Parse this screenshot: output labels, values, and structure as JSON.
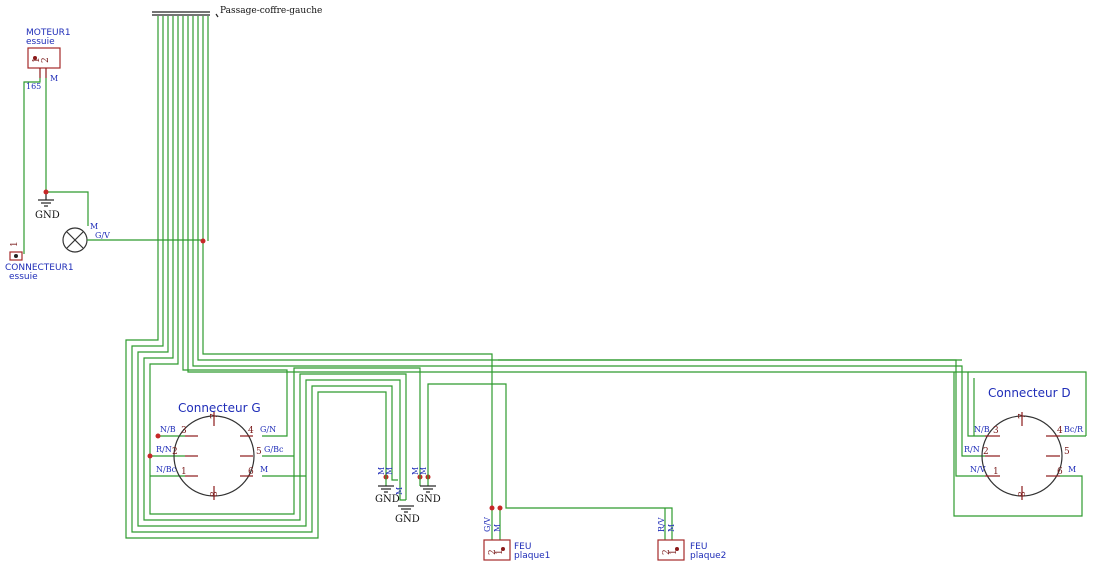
{
  "bus": {
    "label": "Passage-coffre-gauche"
  },
  "moteur": {
    "ref": "MOTEUR1",
    "value": "essuie",
    "pins": [
      "1",
      "2"
    ],
    "net_left": "165",
    "net_right": "M"
  },
  "connecteur1": {
    "ref": "CONNECTEUR1",
    "value": "essuie",
    "pin": "1"
  },
  "lamp": {
    "net_top": "M",
    "net_right": "G/V"
  },
  "gnd_label": "GND",
  "connecteur_g": {
    "title": "Connecteur G",
    "pins": [
      "1",
      "2",
      "3",
      "4",
      "5",
      "6",
      "7",
      "8"
    ],
    "nets": {
      "p3": "N/B",
      "p2": "R/N",
      "p1": "N/Bc",
      "p4": "G/N",
      "p5": "G/Bc",
      "p6": "M"
    }
  },
  "connecteur_d": {
    "title": "Connecteur D",
    "pins": [
      "1",
      "2",
      "3",
      "4",
      "5",
      "6",
      "7",
      "8"
    ],
    "nets": {
      "p3": "N/B",
      "p2": "R/N",
      "p1": "N/V",
      "p4": "Bc/R",
      "p6": "M"
    }
  },
  "ground_nets": [
    "M",
    "M",
    "M",
    "M",
    "M"
  ],
  "feu1": {
    "ref": "FEU",
    "value": "plaque1",
    "pins": [
      "2",
      "1"
    ],
    "nets": [
      "G/V",
      "M"
    ]
  },
  "feu2": {
    "ref": "FEU",
    "value": "plaque2",
    "pins": [
      "2",
      "1"
    ],
    "nets": [
      "R/V",
      "M"
    ]
  },
  "colors": {
    "wire": "#2e9b2e",
    "junction": "#c62828",
    "label": "#1f2db8",
    "component": "#a52a2a"
  }
}
